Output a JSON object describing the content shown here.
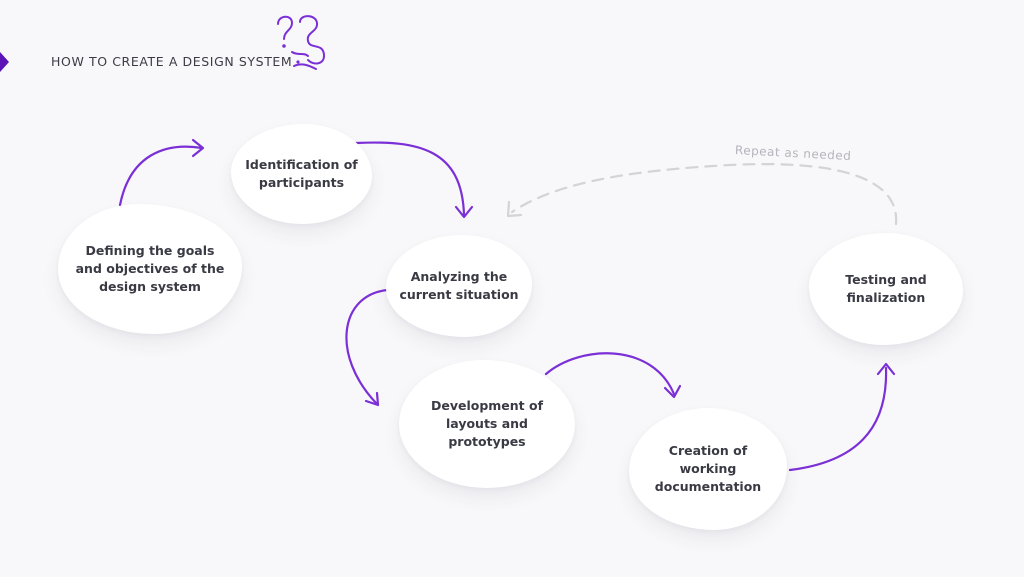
{
  "header": {
    "title": "HOW TO CREATE A DESIGN SYSTEM",
    "doodle_icon": "question-marks-doodle"
  },
  "steps": [
    {
      "id": "goals",
      "label": "Defining the goals and objectives of the design system"
    },
    {
      "id": "participants",
      "label": "Identification of participants"
    },
    {
      "id": "analyzing",
      "label": "Analyzing the current situation"
    },
    {
      "id": "development",
      "label": "Development of layouts and prototypes"
    },
    {
      "id": "documentation",
      "label": "Creation of working documentation"
    },
    {
      "id": "testing",
      "label": "Testing and finalization"
    }
  ],
  "loop": {
    "label": "Repeat as needed",
    "from": "testing",
    "to": "analyzing"
  },
  "connections": [
    {
      "from": "goals",
      "to": "participants"
    },
    {
      "from": "participants",
      "to": "analyzing"
    },
    {
      "from": "analyzing",
      "to": "development"
    },
    {
      "from": "development",
      "to": "documentation"
    },
    {
      "from": "documentation",
      "to": "testing"
    }
  ],
  "colors": {
    "accent": "#7b2fd6",
    "accent_dark": "#5b14b5",
    "loop": "#d3d3d8",
    "text": "#3a3a44",
    "background": "#f8f8fa",
    "node": "#ffffff"
  }
}
